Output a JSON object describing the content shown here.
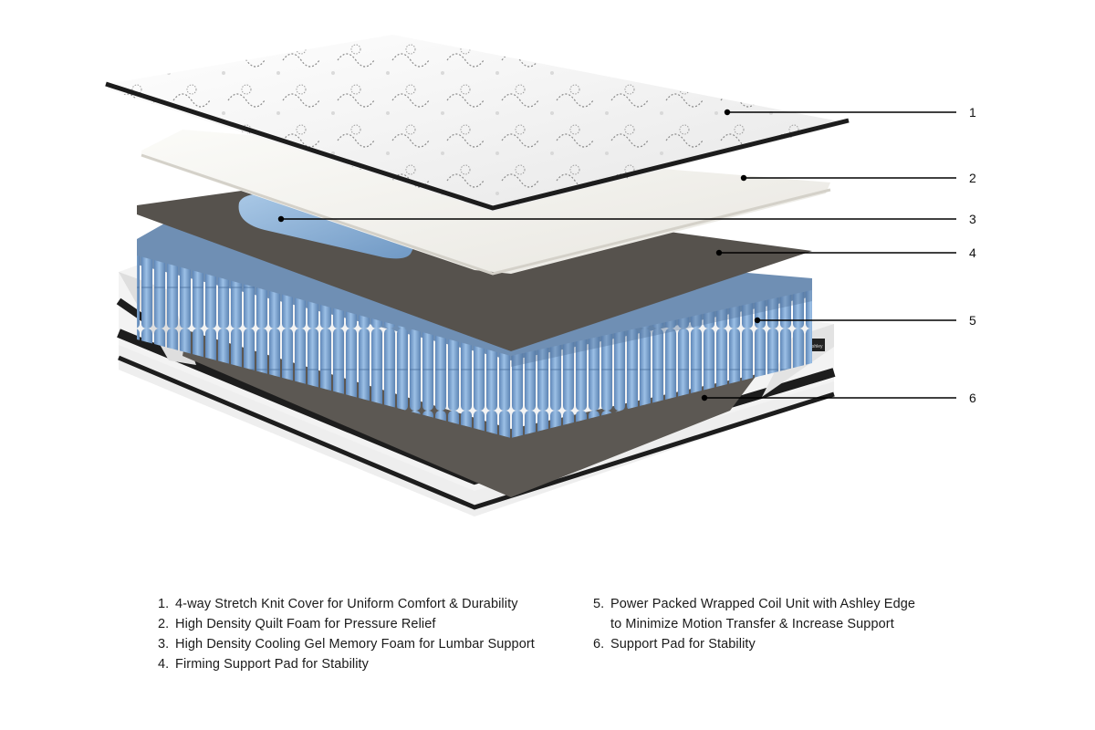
{
  "callouts": [
    {
      "num": "1"
    },
    {
      "num": "2"
    },
    {
      "num": "3"
    },
    {
      "num": "4"
    },
    {
      "num": "5"
    },
    {
      "num": "6"
    }
  ],
  "legend": [
    {
      "num": "1.",
      "text": "4-way Stretch Knit Cover for Uniform Comfort & Durability"
    },
    {
      "num": "2.",
      "text": "High Density Quilt Foam for Pressure Relief"
    },
    {
      "num": "3.",
      "text": "High Density Cooling Gel Memory Foam for Lumbar Support"
    },
    {
      "num": "4.",
      "text": "Firming Support Pad for Stability"
    },
    {
      "num": "5.",
      "text": "Power Packed Wrapped Coil Unit with Ashley Edge",
      "text2": "to Minimize Motion Transfer & Increase Support"
    },
    {
      "num": "6.",
      "text": "Support Pad for Stability"
    }
  ],
  "brand_tag": "Ashley",
  "colors": {
    "coil_blue": "#7ea6d3",
    "foam_gray": "#5b5752",
    "quilt_white": "#f2f2f2",
    "gel_blue": "#8fb3d6",
    "edge_black": "#1c1c1c",
    "leader_line": "#000000"
  }
}
